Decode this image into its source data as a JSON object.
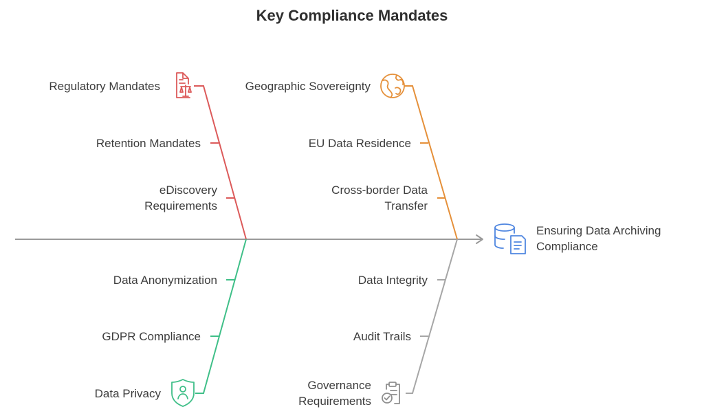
{
  "title": "Key Compliance Mandates",
  "effect": {
    "line1": "Ensuring Data Archiving",
    "line2": "Compliance",
    "icon": "database-document-icon",
    "color": "#4f86e0"
  },
  "categories": {
    "regulatory": {
      "label": "Regulatory Mandates",
      "icon": "document-scales-icon",
      "color": "#dc5a5a",
      "causes": {
        "retention": "Retention Mandates",
        "ediscovery_line1": "eDiscovery",
        "ediscovery_line2": "Requirements"
      }
    },
    "geographic": {
      "label": "Geographic Sovereignty",
      "icon": "globe-icon",
      "color": "#e5903a",
      "causes": {
        "eu_residence": "EU Data Residence",
        "crossborder_line1": "Cross-border Data",
        "crossborder_line2": "Transfer"
      }
    },
    "privacy": {
      "label": "Data Privacy",
      "icon": "shield-user-icon",
      "color": "#3fbf88",
      "causes": {
        "anonymization": "Data Anonymization",
        "gdpr": "GDPR Compliance"
      }
    },
    "governance": {
      "label_line1": "Governance",
      "label_line2": "Requirements",
      "icon": "clipboard-check-icon",
      "color": "#a6a6a6",
      "causes": {
        "integrity": "Data Integrity",
        "audit": "Audit Trails"
      }
    }
  },
  "spine_color": "#9a9a9a"
}
